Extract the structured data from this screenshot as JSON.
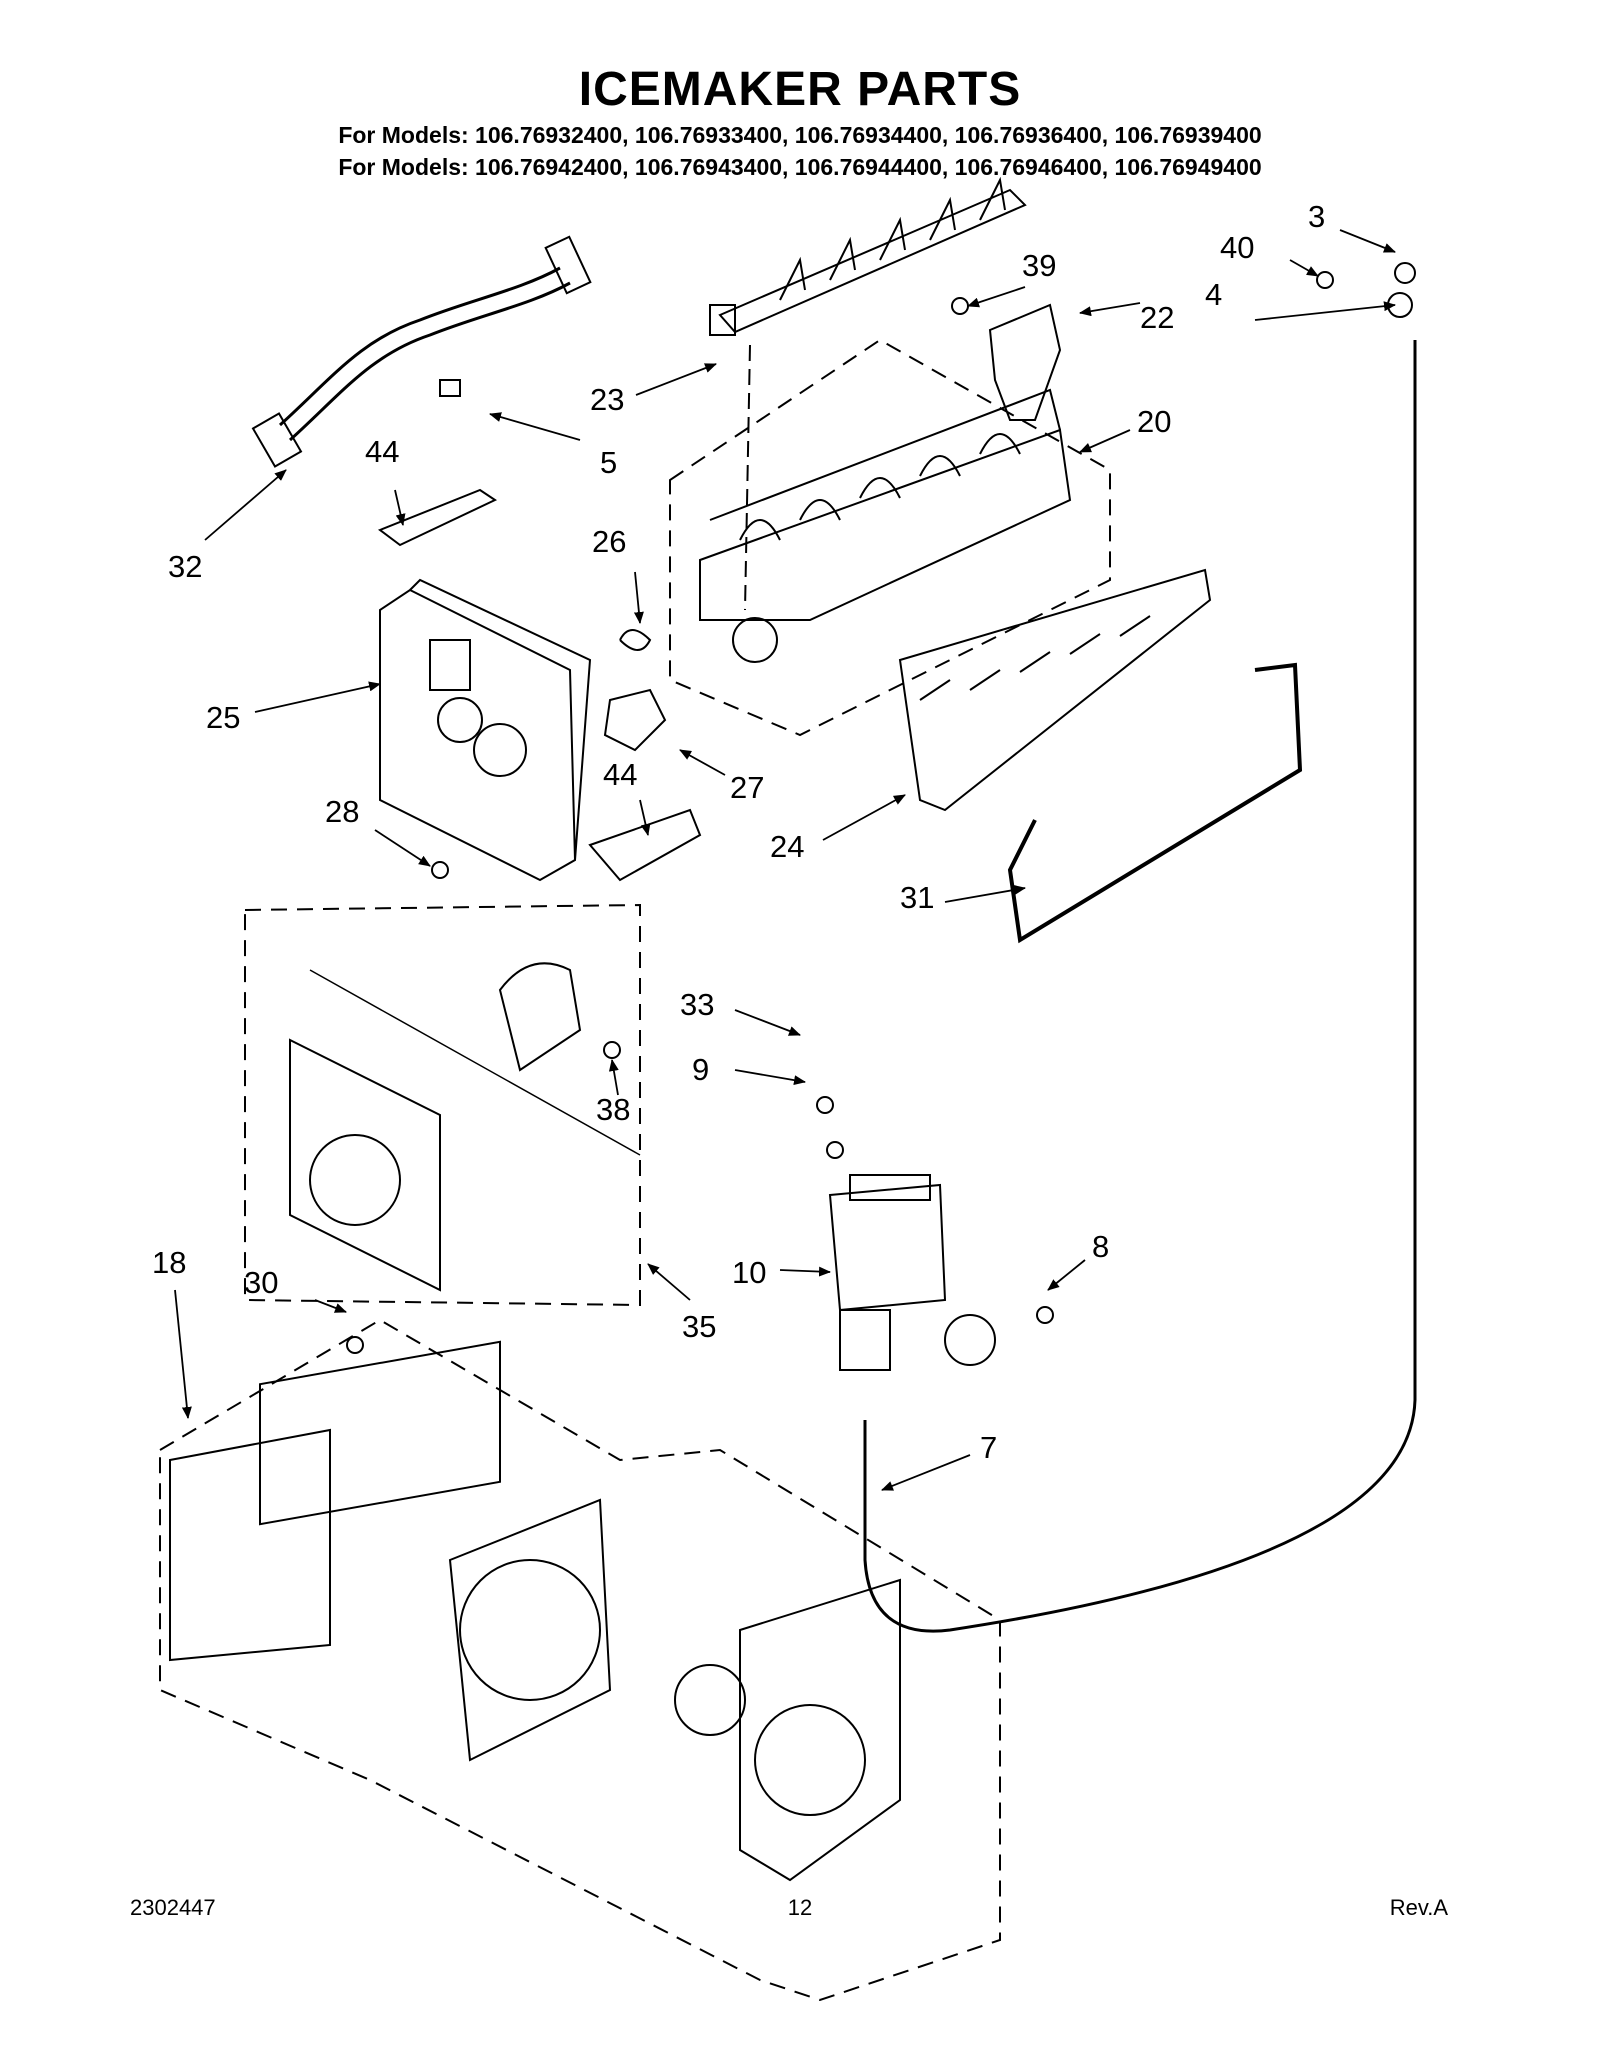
{
  "title": "ICEMAKER PARTS",
  "models": [
    "For Models: 106.76932400, 106.76933400, 106.76934400, 106.76936400, 106.76939400",
    "For Models: 106.76942400, 106.76943400, 106.76944400, 106.76946400, 106.76949400"
  ],
  "callouts": [
    "3",
    "40",
    "39",
    "22",
    "4",
    "23",
    "20",
    "5",
    "44",
    "32",
    "26",
    "25",
    "27",
    "44",
    "28",
    "24",
    "31",
    "33",
    "9",
    "38",
    "18",
    "10",
    "8",
    "30",
    "35",
    "7"
  ],
  "footer": {
    "doc_number": "2302447",
    "page_number": "12",
    "revision": "Rev.A"
  }
}
